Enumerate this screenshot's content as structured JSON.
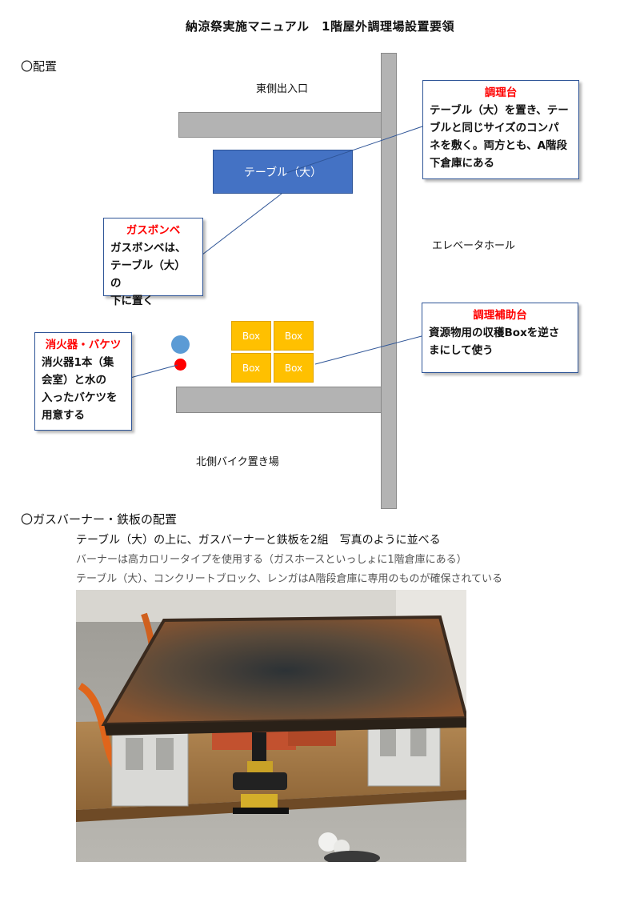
{
  "title": "納涼祭実施マニュアル　1階屋外調理場設置要領",
  "layout_section": {
    "heading": "〇配置",
    "labels": {
      "east_entrance": "東側出入口",
      "elevator_hall": "エレベータホール",
      "north_bike_parking": "北側バイク置き場"
    },
    "table_label": "テーブル（大）",
    "box_label": "Box",
    "callouts": {
      "cooking_table": {
        "head": "調理台",
        "body": "テーブル（大）を置き、テー\nブルと同じサイズのコンパ\nネを敷く。両方とも、A階段\n下倉庫にある"
      },
      "gas_cylinder": {
        "head": "ガスボンベ",
        "body": "ガスボンベは、\nテーブル（大）の\n下に置く"
      },
      "support_table": {
        "head": "調理補助台",
        "body": "資源物用の収穫Boxを逆さ\nまにして使う"
      },
      "extinguisher": {
        "head": "消火器・バケツ",
        "body": "消火器1本（集\n会室）と水の\n入ったバケツを\n用意する"
      }
    },
    "colors": {
      "table": "#4472c4",
      "box": "#ffc000",
      "wall": "#b3b3b3",
      "callout_border": "#2f5597",
      "callout_head": "#ff0000",
      "dot_blue": "#5b9bd5",
      "dot_red": "#ff0000"
    }
  },
  "burner_section": {
    "heading": "〇ガスバーナー・鉄板の配置",
    "line1": "テーブル（大）の上に、ガスバーナーと鉄板を2組　写真のように並べる",
    "line2": "バーナーは高カロリータイプを使用する（ガスホースといっしょに1階倉庫にある）",
    "line3": "テーブル（大）、コンクリートブロック、レンガはA階段倉庫に専用のものが確保されている"
  }
}
